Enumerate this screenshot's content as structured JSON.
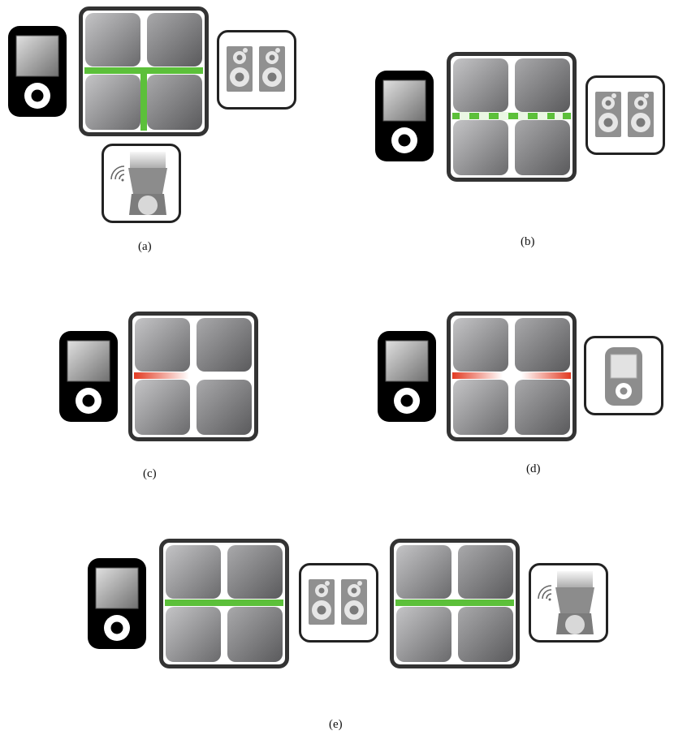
{
  "captions": {
    "a": "(a)",
    "b": "(b)",
    "c": "(c)",
    "d": "(d)",
    "e": "(e)"
  },
  "icons": {
    "player": "media-player-icon",
    "grid": "tile-grid-icon",
    "speakers": "speakers-icon",
    "projector": "projector-icon",
    "player_gray": "media-player-gray-icon"
  },
  "colors": {
    "link_green": "#5cc03a",
    "link_red": "#e8402a",
    "frame": "#333333",
    "tile": "#9a9a9a"
  }
}
